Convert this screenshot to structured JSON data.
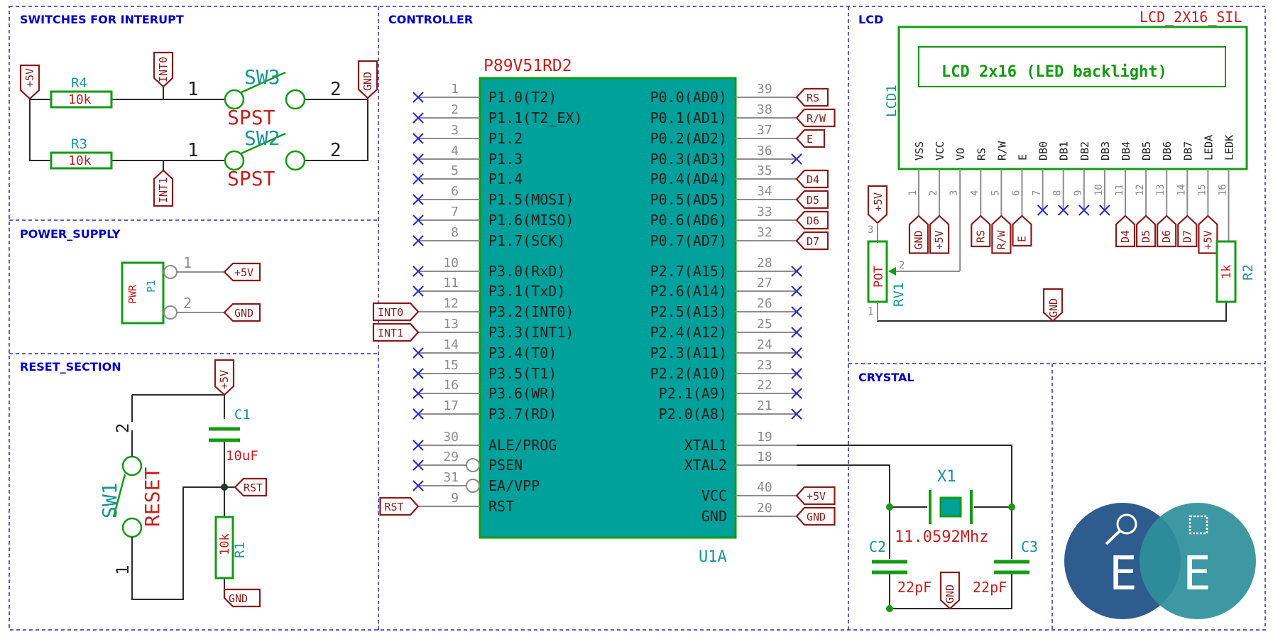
{
  "sections": {
    "switches": "SWITCHES FOR INTERUPT",
    "controller": "CONTROLLER",
    "lcd": "LCD",
    "power": "POWER_SUPPLY",
    "reset": "RESET_SECTION",
    "crystal": "CRYSTAL"
  },
  "mcu": {
    "name": "P89V51RD2",
    "ref": "U1A",
    "left_pins": [
      {
        "num": "1",
        "name": "P1.0(T2)",
        "nc": true
      },
      {
        "num": "2",
        "name": "P1.1(T2_EX)",
        "nc": true
      },
      {
        "num": "3",
        "name": "P1.2",
        "nc": true
      },
      {
        "num": "4",
        "name": "P1.3",
        "nc": true
      },
      {
        "num": "5",
        "name": "P1.4",
        "nc": true
      },
      {
        "num": "6",
        "name": "P1.5(MOSI)",
        "nc": true
      },
      {
        "num": "7",
        "name": "P1.6(MISO)",
        "nc": true
      },
      {
        "num": "8",
        "name": "P1.7(SCK)",
        "nc": true
      },
      {
        "num": "10",
        "name": "P3.0(RxD)",
        "nc": true
      },
      {
        "num": "11",
        "name": "P3.1(TxD)",
        "nc": true
      },
      {
        "num": "12",
        "name": "P3.2(INT0)",
        "label": "INT0"
      },
      {
        "num": "13",
        "name": "P3.3(INT1)",
        "label": "INT1"
      },
      {
        "num": "14",
        "name": "P3.4(T0)",
        "nc": true
      },
      {
        "num": "15",
        "name": "P3.5(T1)",
        "nc": true
      },
      {
        "num": "16",
        "name": "P3.6(WR)",
        "nc": true
      },
      {
        "num": "17",
        "name": "P3.7(RD)",
        "nc": true
      },
      {
        "num": "30",
        "name": "ALE/PROG",
        "nc": true
      },
      {
        "num": "29",
        "name": "PSEN",
        "nc": true,
        "inv": true
      },
      {
        "num": "31",
        "name": "EA/VPP",
        "nc": true,
        "inv": true
      },
      {
        "num": "9",
        "name": "RST",
        "label": "RST"
      }
    ],
    "right_pins": [
      {
        "num": "39",
        "name": "P0.0(AD0)",
        "label": "RS"
      },
      {
        "num": "38",
        "name": "P0.1(AD1)",
        "label": "R/W"
      },
      {
        "num": "37",
        "name": "P0.2(AD2)",
        "label": "E"
      },
      {
        "num": "36",
        "name": "P0.3(AD3)",
        "nc": true
      },
      {
        "num": "35",
        "name": "P0.4(AD4)",
        "label": "D4"
      },
      {
        "num": "34",
        "name": "P0.5(AD5)",
        "label": "D5"
      },
      {
        "num": "33",
        "name": "P0.6(AD6)",
        "label": "D6"
      },
      {
        "num": "32",
        "name": "P0.7(AD7)",
        "label": "D7"
      },
      {
        "num": "28",
        "name": "P2.7(A15)",
        "nc": true
      },
      {
        "num": "27",
        "name": "P2.6(A14)",
        "nc": true
      },
      {
        "num": "26",
        "name": "P2.5(A13)",
        "nc": true
      },
      {
        "num": "25",
        "name": "P2.4(A12)",
        "nc": true
      },
      {
        "num": "24",
        "name": "P2.3(A11)",
        "nc": true
      },
      {
        "num": "23",
        "name": "P2.2(A10)",
        "nc": true
      },
      {
        "num": "22",
        "name": "P2.1(A9)",
        "nc": true
      },
      {
        "num": "21",
        "name": "P2.0(A8)",
        "nc": true
      },
      {
        "num": "19",
        "name": "XTAL1"
      },
      {
        "num": "18",
        "name": "XTAL2"
      },
      {
        "num": "40",
        "name": "VCC",
        "label": "+5V"
      },
      {
        "num": "20",
        "name": "GND",
        "label": "GND"
      }
    ]
  },
  "switches": {
    "vcc": "+5V",
    "gnd": "GND",
    "int0": "INT0",
    "int1": "INT1",
    "r4": {
      "ref": "R4",
      "value": "10k"
    },
    "r3": {
      "ref": "R3",
      "value": "10k"
    },
    "sw3": {
      "ref": "SW3",
      "type": "SPST",
      "pin1": "1",
      "pin2": "2"
    },
    "sw2": {
      "ref": "SW2",
      "type": "SPST",
      "pin1": "1",
      "pin2": "2"
    }
  },
  "power": {
    "name": "PWR",
    "ref": "P1",
    "pin1": "1",
    "pin2": "2",
    "vcc": "+5V",
    "gnd": "GND"
  },
  "reset": {
    "vcc": "+5V",
    "rst": "RST",
    "gnd": "GND",
    "c1": {
      "ref": "C1",
      "value": "10uF"
    },
    "r1": {
      "ref": "R1",
      "value": "10k"
    },
    "sw1": {
      "ref": "SW1",
      "type": "RESET",
      "pin1": "1",
      "pin2": "2"
    }
  },
  "lcd": {
    "part": "LCD_2X16_SIL",
    "ref": "LCD1",
    "display": "LCD 2x16 (LED backlight)",
    "pins": [
      {
        "name": "VSS",
        "num": "1",
        "label": "GND"
      },
      {
        "name": "VCC",
        "num": "2",
        "label": "+5V"
      },
      {
        "name": "VO",
        "num": "3"
      },
      {
        "name": "RS",
        "num": "4",
        "label": "RS"
      },
      {
        "name": "R/W",
        "num": "5",
        "label": "R/W"
      },
      {
        "name": "E",
        "num": "6",
        "label": "E"
      },
      {
        "name": "DB0",
        "num": "7",
        "nc": true
      },
      {
        "name": "DB1",
        "num": "8",
        "nc": true
      },
      {
        "name": "DB2",
        "num": "9",
        "nc": true
      },
      {
        "name": "DB3",
        "num": "10",
        "nc": true
      },
      {
        "name": "DB4",
        "num": "11",
        "label": "D4"
      },
      {
        "name": "DB5",
        "num": "12",
        "label": "D5"
      },
      {
        "name": "DB6",
        "num": "13",
        "label": "D6"
      },
      {
        "name": "DB7",
        "num": "14",
        "label": "D7"
      },
      {
        "name": "LEDA",
        "num": "15",
        "label": "+5V"
      },
      {
        "name": "LEDK",
        "num": "16"
      }
    ],
    "pot": {
      "name": "POT",
      "ref": "RV1",
      "vcc": "+5V",
      "pin1": "1",
      "pin2": "2",
      "pin3": "3"
    },
    "r2": {
      "ref": "R2",
      "value": "1k"
    },
    "gnd": "GND"
  },
  "crystal": {
    "x1": {
      "ref": "X1",
      "value": "11.0592Mhz"
    },
    "c2": {
      "ref": "C2",
      "value": "22pF"
    },
    "c3": {
      "ref": "C3",
      "value": "22pF"
    },
    "gnd": "GND"
  },
  "logo": {
    "letter1": "E",
    "letter2": "E",
    "colors": {
      "left": "#2f5c8f",
      "right": "#2e8f9b"
    }
  },
  "colors": {
    "frame": "#2828c8",
    "section": "#0000c8",
    "ref": "#169696",
    "value": "#c81e1e",
    "label": "#8b1a1a",
    "chip_fill": "#00a09b",
    "component": "#139b13"
  }
}
